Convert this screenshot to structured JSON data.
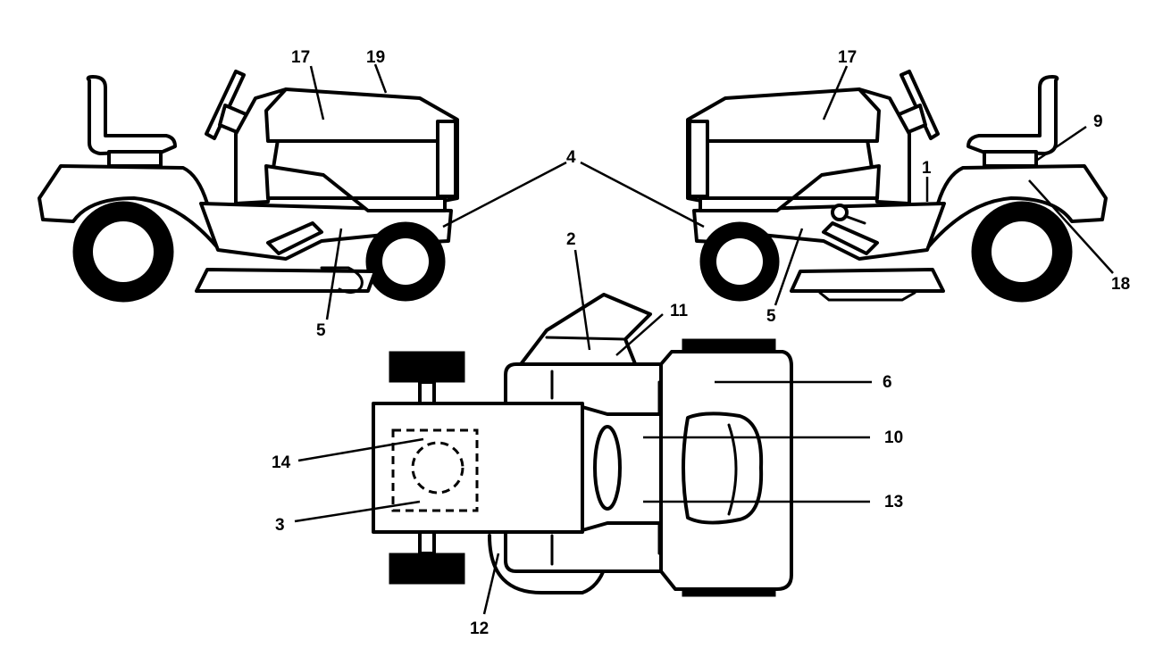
{
  "callouts": {
    "left_17": "17",
    "left_19": "19",
    "center_4": "4",
    "left_5": "5",
    "right_17": "17",
    "right_9": "9",
    "right_1": "1",
    "right_18": "18",
    "right_5": "5",
    "top_2": "2",
    "top_11": "11",
    "top_6": "6",
    "top_10": "10",
    "top_13": "13",
    "top_14": "14",
    "top_3": "3",
    "top_12": "12"
  }
}
